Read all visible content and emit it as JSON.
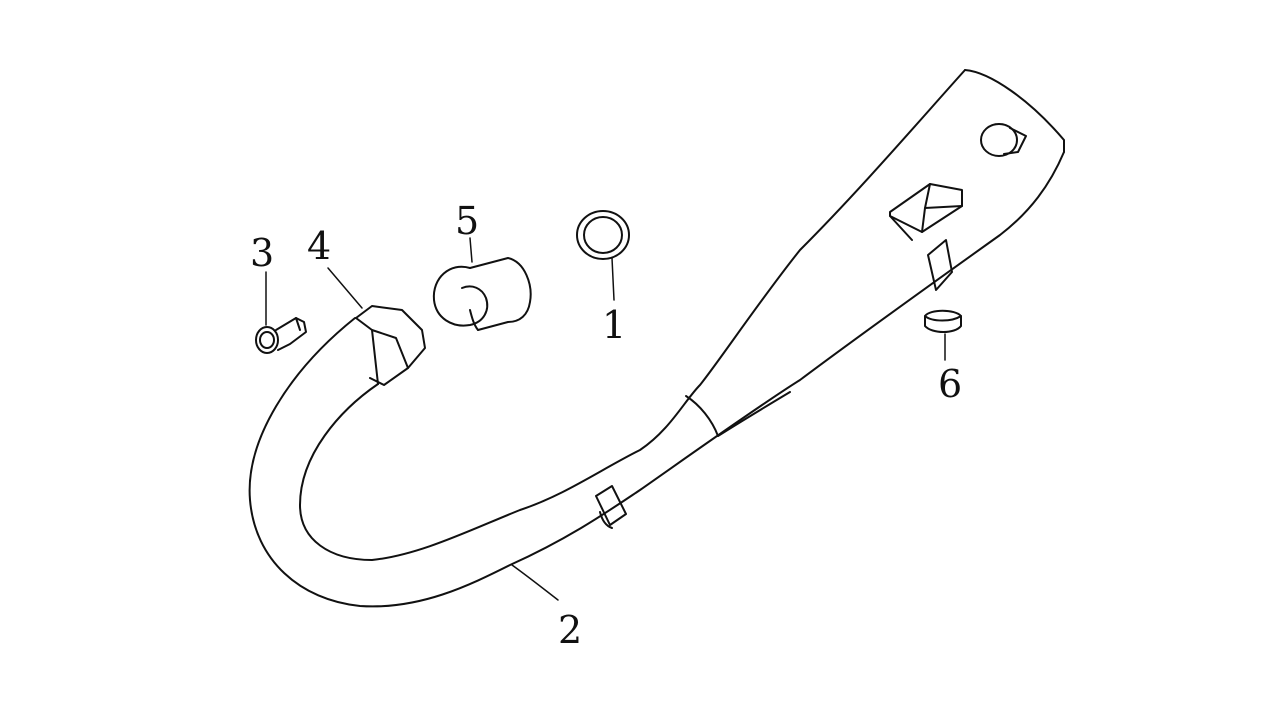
{
  "diagram": {
    "ink_color": "#111111",
    "background_color": "#ffffff",
    "callouts": [
      {
        "id": "c1",
        "label": "1"
      },
      {
        "id": "c2",
        "label": "2"
      },
      {
        "id": "c3",
        "label": "3"
      },
      {
        "id": "c4",
        "label": "4"
      },
      {
        "id": "c5",
        "label": "5"
      },
      {
        "id": "c6",
        "label": "6"
      }
    ]
  }
}
